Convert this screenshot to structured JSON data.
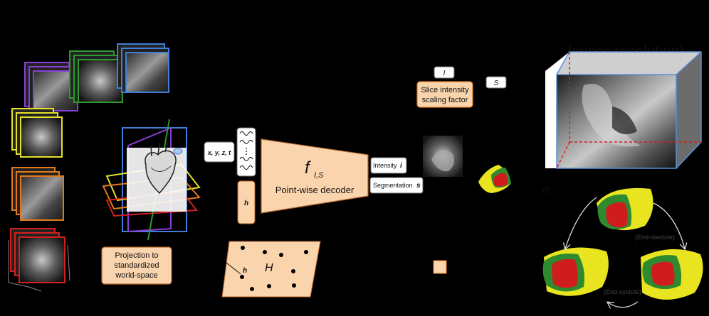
{
  "projection_box": {
    "lines": [
      "Projection to",
      "standardized",
      "world-space"
    ]
  },
  "coords_label": "x, y, z, t",
  "h_label": "h",
  "decoder": {
    "symbol": "f",
    "subscript": "I,S",
    "label": "Point-wise decoder"
  },
  "latent": {
    "point_label": "h",
    "space_label": "H"
  },
  "outputs": {
    "intensity": "Intensity",
    "intensity_symbol": "i",
    "segmentation": "Segmentation",
    "segmentation_symbol": "s"
  },
  "scaling": {
    "symbol_I": "I",
    "symbol_S": "S",
    "lines": [
      "Slice intensity",
      "scaling factor"
    ]
  },
  "superres_label": "(super-resolution)",
  "cycle_labels": {
    "paren_e": "e)",
    "end_diastole": "(End-diastole)",
    "end_systole": "(End-systole)"
  },
  "colors": {
    "background": "#000000",
    "box_fill": "#f9d4ad",
    "box_stroke": "#b8662a",
    "purple": "#8b3fd6",
    "green": "#2e9a2e",
    "blue": "#3f7fd8",
    "yellow": "#e4e02a",
    "orange": "#e27a1d",
    "red": "#d41f1f",
    "myo_green": "#2f8a2f",
    "lv_red": "#d01c1c",
    "rv_yellow": "#e8e41f"
  }
}
